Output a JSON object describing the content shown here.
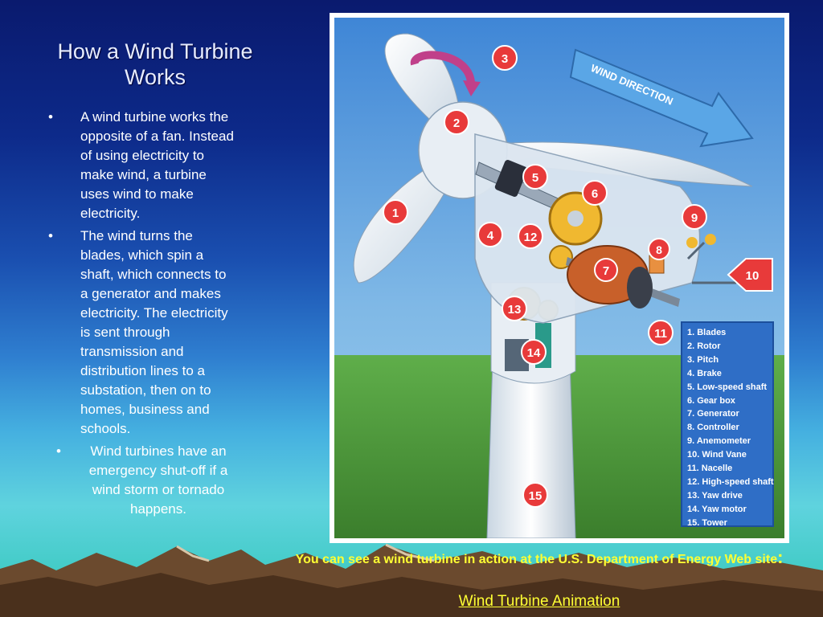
{
  "slide": {
    "title_line1": "How a Wind Turbine",
    "title_line2": "Works"
  },
  "bullets": [
    {
      "marker": "•",
      "text": "A wind turbine works the opposite of a fan. Instead of using electricity to make wind, a turbine uses wind to make electricity."
    },
    {
      "marker": "•",
      "text": "The wind turns the blades, which spin a shaft, which connects to a generator and makes electricity. The electricity is sent through transmission and distribution lines to a substation, then on to homes, business and schools."
    },
    {
      "marker": "•",
      "text": "Wind turbines have an emergency shut-off if a wind storm or tornado happens."
    }
  ],
  "diagram": {
    "wind_direction_label": "WIND DIRECTION",
    "numbers": [
      "1",
      "2",
      "3",
      "4",
      "5",
      "6",
      "7",
      "8",
      "9",
      "10",
      "11",
      "12",
      "13",
      "14",
      "15"
    ],
    "legend": [
      "1. Blades",
      "2. Rotor",
      "3. Pitch",
      "4. Brake",
      "5. Low-speed shaft",
      "6. Gear box",
      "7. Generator",
      "8. Controller",
      "9. Anemometer",
      "10. Wind Vane",
      "11. Nacelle",
      "12. High-speed shaft",
      "13. Yaw drive",
      "14. Yaw motor",
      "15. Tower"
    ],
    "colors": {
      "marker_red": "#e83a3a",
      "legend_blue": "#2f6ec6",
      "sky_blue": "#3f86d6",
      "grass_green": "#4f9c3a"
    }
  },
  "caption": {
    "text": "You can see a wind turbine in action at the U.S. Department of Energy Web site",
    "colon": ":"
  },
  "link": {
    "label": "Wind Turbine Animation"
  }
}
